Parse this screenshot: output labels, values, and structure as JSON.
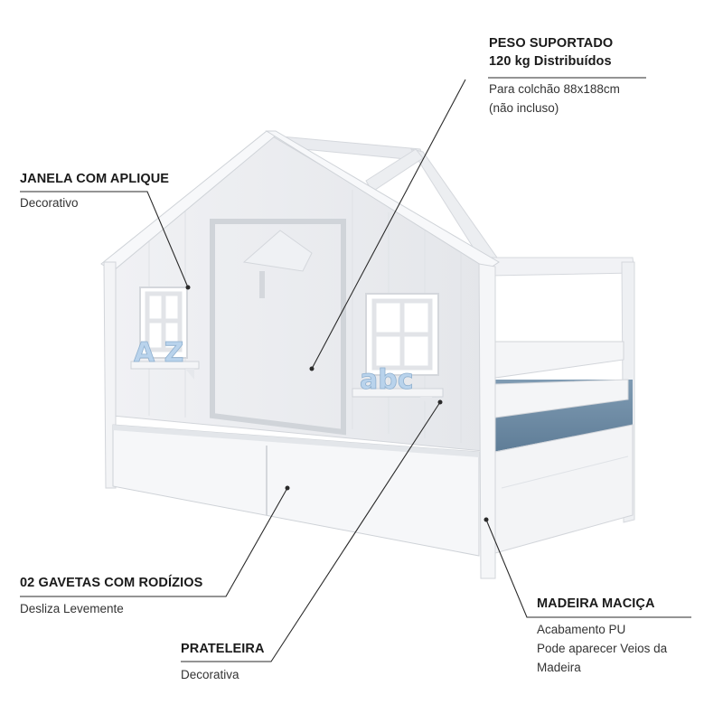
{
  "callouts": {
    "peso": {
      "title_line1": "PESO SUPORTADO",
      "title_line2": "120 kg Distribuídos",
      "desc_line1": "Para colchão 88x188cm",
      "desc_line2": "(não incluso)"
    },
    "janela": {
      "title": "JANELA COM APLIQUE",
      "desc": "Decorativo"
    },
    "gavetas": {
      "title": "02 GAVETAS COM RODÍZIOS",
      "desc": "Desliza Levemente"
    },
    "prateleira": {
      "title": "PRATELEIRA",
      "desc": "Decorativa"
    },
    "madeira": {
      "title": "MADEIRA MACIÇA",
      "desc_line1": "Acabamento PU",
      "desc_line2": "Pode aparecer Veios da",
      "desc_line3": "Madeira"
    }
  },
  "appliques": {
    "left": "A Z",
    "right": "abc"
  },
  "colors": {
    "frame": "#f4f5f7",
    "frame_shadow": "#d9dce1",
    "mattress": "#6e8ba4",
    "letters": "#b9d3ec",
    "line": "#2a2a2a"
  }
}
